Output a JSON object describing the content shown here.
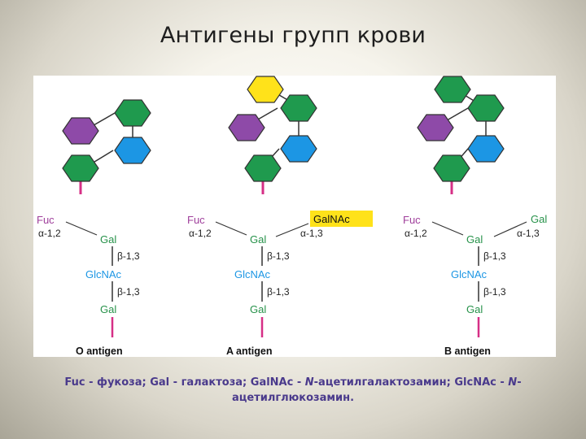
{
  "title": "Антигены групп крови",
  "colors": {
    "fuc": "#8e4aa8",
    "gal": "#1f9a4e",
    "glcnac": "#1c96e4",
    "galnac": "#ffe21a",
    "bond_pink": "#d62f86",
    "label_fuc": "#a0409c",
    "label_gal": "#27924a",
    "label_glcnac": "#1c96e4",
    "caption": "#4a3a8c"
  },
  "antigens": [
    {
      "label": "O antigen",
      "fuc_label": "Fuc",
      "fuc_bond": "α-1,2",
      "gal_label": "Gal",
      "bond1": "β-1,3",
      "glcnac_label": "GlcNAc",
      "bond2": "β-1,3",
      "gal2_label": "Gal"
    },
    {
      "label": "A antigen",
      "fuc_label": "Fuc",
      "fuc_bond": "α-1,2",
      "extra_label": "GalNAc",
      "extra_bond": "α-1,3",
      "gal_label": "Gal",
      "bond1": "β-1,3",
      "glcnac_label": "GlcNAc",
      "bond2": "β-1,3",
      "gal2_label": "Gal"
    },
    {
      "label": "B antigen",
      "fuc_label": "Fuc",
      "fuc_bond": "α-1,2",
      "extra_label": "Gal",
      "extra_bond": "α-1,3",
      "gal_label": "Gal",
      "bond1": "β-1,3",
      "glcnac_label": "GlcNAc",
      "bond2": "β-1,3",
      "gal2_label": "Gal"
    }
  ],
  "caption": {
    "part1": "Fuc - фукоза; Gal - галактоза; GalNAc - ",
    "n1": "N",
    "part2": "-ацетилгалактозамин; GlcNAc - ",
    "n2": "N",
    "part3": "-ацетилглюкозамин."
  }
}
